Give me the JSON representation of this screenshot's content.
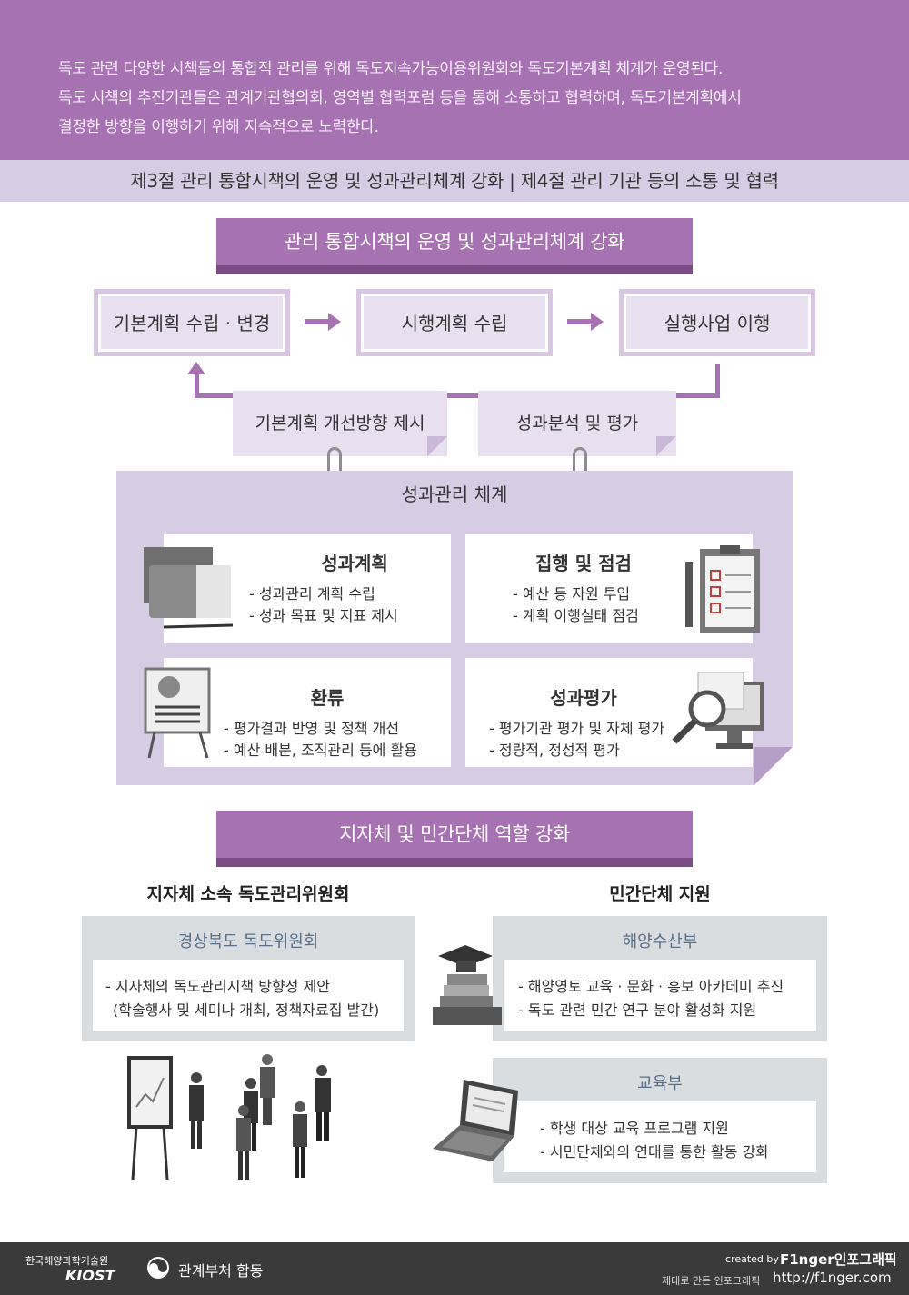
{
  "header": {
    "lines": [
      "독도 관련 다양한 시책들의 통합적 관리를 위해 독도지속가능이용위원회와 독도기본계획 체계가 운영된다.",
      "독도 시책의 추진기관들은 관계기관협의회, 영역별 협력포럼 등을 통해 소통하고 협력하며, 독도기본계획에서",
      "결정한 방향을 이행하기 위해 지속적으로 노력한다."
    ]
  },
  "section_bar": "제3절  관리 통합시책의 운영 및 성과관리체계 강화  |  제4절  관리 기관 등의 소통 및 협력",
  "band1": "관리 통합시책의 운영 및 성과관리체계 강화",
  "steps": [
    "기본계획 수립 · 변경",
    "시행계획 수립",
    "실행사업 이행"
  ],
  "notes": [
    "기본계획 개선방향 제시",
    "성과분석 및 평가"
  ],
  "perf": {
    "title": "성과관리 체계",
    "cards": [
      {
        "title": "성과계획",
        "lines": [
          "- 성과관리 계획 수립",
          "- 성과 목표 및 지표 제시"
        ]
      },
      {
        "title": "집행 및 점검",
        "lines": [
          "- 예산 등 자원 투입",
          "- 계획 이행실태 점검"
        ]
      },
      {
        "title": "환류",
        "lines": [
          "- 평가결과 반영 및 정책 개선",
          "- 예산 배분, 조직관리 등에 활용"
        ]
      },
      {
        "title": "성과평가",
        "lines": [
          "- 평가기관 평가 및 자체 평가",
          "- 정량적, 정성적 평가"
        ]
      }
    ]
  },
  "band2": "지자체 및 민간단체 역할 강화",
  "left": {
    "heading": "지자체 소속 독도관리위원회",
    "box_title": "경상북도 독도위원회",
    "lines": [
      "- 지자체의 독도관리시책 방향성 제안",
      "(학술행사 및 세미나 개최, 정책자료집 발간)"
    ]
  },
  "right": {
    "heading": "민간단체 지원",
    "boxes": [
      {
        "title": "해양수산부",
        "lines": [
          "- 해양영토 교육 · 문화 · 홍보 아카데미 추진",
          "- 독도 관련 민간 연구 분야 활성화 지원"
        ]
      },
      {
        "title": "교육부",
        "lines": [
          "- 학생 대상 교육 프로그램 지원",
          "- 시민단체와의 연대를 통한 활동 강화"
        ]
      }
    ]
  },
  "footer": {
    "org_kr": "한국해양과학기술원",
    "org_en": "KIOST",
    "joint": "관계부처 합동",
    "created_by": "created by",
    "brand": "F1nger인포그래픽",
    "tagline": "제대로 만든 인포그래픽",
    "url": "http://f1nger.com"
  },
  "colors": {
    "purple": "#a672b1",
    "dark_purple": "#7c4c86",
    "lavender": "#d6cce4",
    "footer": "#3a3a3a"
  }
}
